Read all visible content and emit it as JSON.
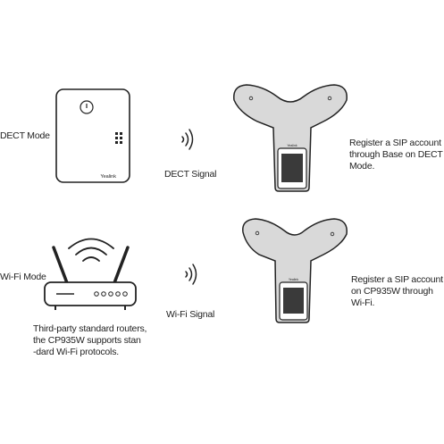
{
  "dect_section": {
    "mode_label": "DECT Mode",
    "base_brand": "Yealink",
    "signal_label": "DECT Signal",
    "description": "Register a SIP account\nthrough Base on DECT\nMode."
  },
  "wifi_section": {
    "mode_label": "Wi-Fi Mode",
    "router_note": "Third-party standard routers,\nthe CP935W supports stan\n-dard Wi-Fi protocols.",
    "signal_label": "Wi-Fi Signal",
    "description": "Register a SIP account\non CP935W through\nWi-Fi."
  },
  "phone_brand": "Yealink",
  "colors": {
    "ink": "#222222",
    "device_fill": "#d9d9d9",
    "screen": "#3a3a3a"
  }
}
